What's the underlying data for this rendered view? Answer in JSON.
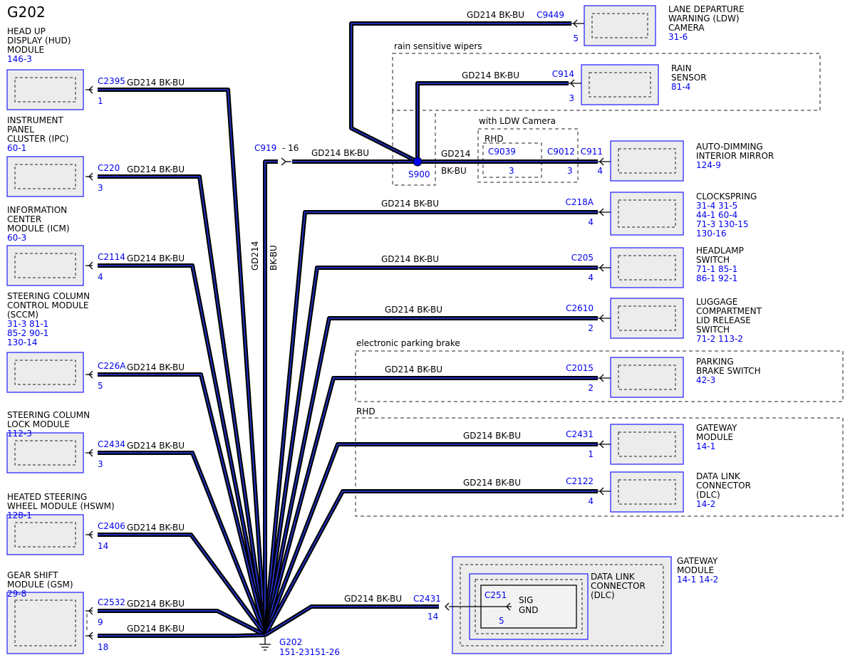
{
  "title": "G202",
  "circuit": "GD214",
  "color": "BK-BU",
  "ground": {
    "label": "G202",
    "ref": "151-23151-26"
  },
  "trunk": {
    "connector": "C919",
    "pin": "16"
  },
  "splice": {
    "label": "S900"
  },
  "left_modules": [
    {
      "name_lines": [
        "HEAD UP",
        "DISPLAY (HUD)",
        "MODULE"
      ],
      "refs": [
        "146-3"
      ],
      "connector": "C2395",
      "pin": "1"
    },
    {
      "name_lines": [
        "INSTRUMENT",
        "PANEL",
        "CLUSTER (IPC)"
      ],
      "refs": [
        "60-1"
      ],
      "connector": "C220",
      "pin": "3"
    },
    {
      "name_lines": [
        "INFORMATION",
        "CENTER",
        "MODULE (ICM)"
      ],
      "refs": [
        "60-3"
      ],
      "connector": "C2114",
      "pin": "4"
    },
    {
      "name_lines": [
        "STEERING COLUMN",
        "CONTROL MODULE",
        "(SCCM)"
      ],
      "refs": [
        "31-3  81-1",
        "85-2  90-1",
        "130-14"
      ],
      "connector": "C226A",
      "pin": "5"
    },
    {
      "name_lines": [
        "STEERING COLUMN",
        "LOCK MODULE"
      ],
      "refs": [
        "112-3"
      ],
      "connector": "C2434",
      "pin": "3"
    },
    {
      "name_lines": [
        "HEATED STEERING",
        "WHEEL MODULE (HSWM)"
      ],
      "refs": [
        "128-1"
      ],
      "connector": "C2406",
      "pin": "14"
    },
    {
      "name_lines": [
        "GEAR SHIFT",
        "MODULE (GSM)"
      ],
      "refs": [
        "29-8"
      ],
      "connector": "C2532",
      "pin": "9",
      "pin2": "18"
    }
  ],
  "right_modules": [
    {
      "name_lines": [
        "LANE DEPARTURE",
        "WARNING (LDW)",
        "CAMERA"
      ],
      "refs": [
        "31-6"
      ],
      "connector": "C9449",
      "pin": "5"
    },
    {
      "name_lines": [
        "RAIN",
        "SENSOR"
      ],
      "refs": [
        "81-4"
      ],
      "connector": "C914",
      "pin": "3"
    },
    {
      "name_lines": [
        "AUTO-DIMMING",
        "INTERIOR MIRROR"
      ],
      "refs": [
        "124-9"
      ],
      "connector": "C911",
      "pin": "4"
    },
    {
      "name_lines": [
        "CLOCKSPRING"
      ],
      "refs": [
        "31-4   31-5",
        "44-1   60-4",
        "71-3   130-15",
        "130-16"
      ],
      "connector": "C218A",
      "pin": "4"
    },
    {
      "name_lines": [
        "HEADLAMP",
        "SWITCH"
      ],
      "refs": [
        "71-1   85-1",
        "86-1   92-1"
      ],
      "connector": "C205",
      "pin": "4"
    },
    {
      "name_lines": [
        "LUGGAGE",
        "COMPARTMENT",
        "LID RELEASE",
        "SWITCH"
      ],
      "refs": [
        "71-2   113-2"
      ],
      "connector": "C2610",
      "pin": "2"
    },
    {
      "name_lines": [
        "PARKING",
        "BRAKE SWITCH"
      ],
      "refs": [
        "42-3"
      ],
      "connector": "C2015",
      "pin": "2"
    },
    {
      "name_lines": [
        "GATEWAY",
        "MODULE"
      ],
      "refs": [
        "14-1"
      ],
      "connector": "C2431",
      "pin": "1"
    },
    {
      "name_lines": [
        "DATA LINK",
        "CONNECTOR",
        "(DLC)"
      ],
      "refs": [
        "14-2"
      ],
      "connector": "C2122",
      "pin": "4"
    }
  ],
  "mirror_path": {
    "connector_a": "C9039",
    "pin_a": "3",
    "connector_b": "C9012",
    "pin_b": "3"
  },
  "option_groups": {
    "rain": "rain sensitive wipers",
    "ldw": "with LDW Camera",
    "rhd_mirror": "RHD",
    "epb": "electronic parking brake",
    "rhd": "RHD"
  },
  "gateway_block": {
    "outer_name": [
      "GATEWAY",
      "MODULE"
    ],
    "outer_refs": [
      "14-1   14-2"
    ],
    "inner_name": [
      "DATA LINK",
      "CONNECTOR",
      "(DLC)"
    ],
    "inner_connector": "C251",
    "inner_pin": "5",
    "signal": [
      "SIG",
      "GND"
    ],
    "connector": "C2431",
    "pin": "14"
  }
}
